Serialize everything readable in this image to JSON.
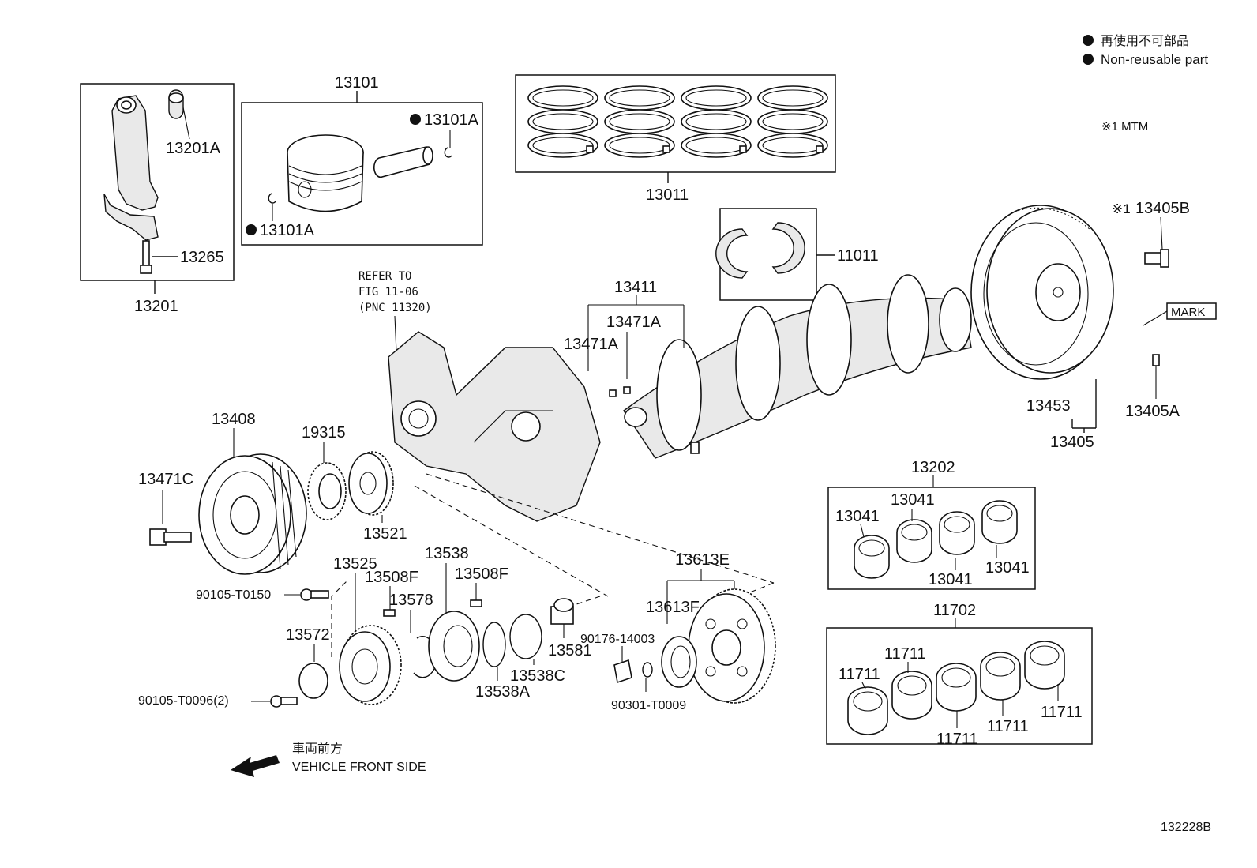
{
  "legend": {
    "jp": "再使用不可部品",
    "en": "Non-reusable part",
    "note": "※1 MTM"
  },
  "refer": {
    "line1": "REFER TO",
    "line2": "FIG 11-06",
    "line3": "(PNC 11320)"
  },
  "front": {
    "jp": "車両前方",
    "en": "VEHICLE FRONT SIDE"
  },
  "figure_code": "132228B",
  "labels": {
    "p13101": "13101",
    "p13101A_top": "13101A",
    "p13101A_bot": "13101A",
    "p13201A": "13201A",
    "p13265": "13265",
    "p13201": "13201",
    "p13011": "13011",
    "p11011": "11011",
    "p13405B_mark": "※1",
    "p13405B": "13405B",
    "mark": "MARK",
    "p13453": "13453",
    "p13405": "13405",
    "p13405A": "13405A",
    "p13411": "13411",
    "p13471A_r": "13471A",
    "p13471A_l": "13471A",
    "p13408": "13408",
    "p19315": "19315",
    "p13471C": "13471C",
    "p13521": "13521",
    "p90105_T0150": "90105-T0150",
    "p13525": "13525",
    "p13508F_l": "13508F",
    "p13538": "13538",
    "p13508F_r": "13508F",
    "p13578": "13578",
    "p13572": "13572",
    "p13538A": "13538A",
    "p13538C": "13538C",
    "p13581": "13581",
    "p90105_T0096": "90105-T0096(2)",
    "p90176_14003": "90176-14003",
    "p13613E": "13613E",
    "p13613F": "13613F",
    "p90301_T0009": "90301-T0009",
    "p13202": "13202",
    "p13041_a": "13041",
    "p13041_b": "13041",
    "p13041_c": "13041",
    "p13041_d": "13041",
    "p11702": "11702",
    "p11711_a": "11711",
    "p11711_b": "11711",
    "p11711_c": "11711",
    "p11711_d": "11711",
    "p11711_e": "11711"
  }
}
